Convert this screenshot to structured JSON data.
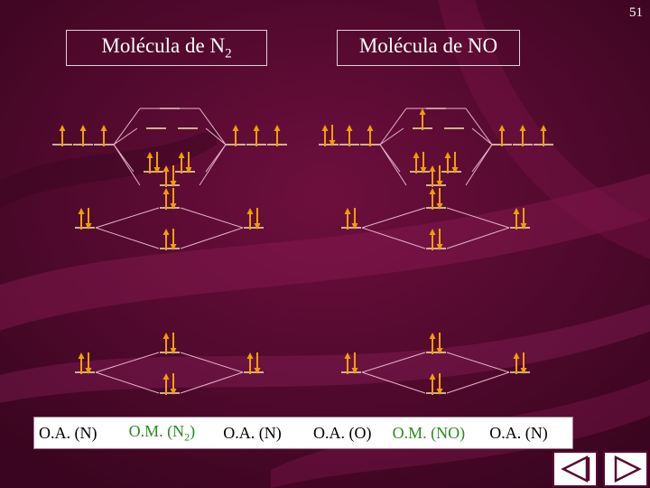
{
  "page_number": "51",
  "titles": {
    "n2": {
      "text": "Molécula de N",
      "subscript": "2"
    },
    "no": {
      "text": "Molécula de NO"
    }
  },
  "footer": {
    "n2_left": "O.A. (N)",
    "n2_mo_text": "O.M. (N",
    "n2_mo_sub": "2",
    "n2_mo_close": ")",
    "n2_right": "O.A. (N)",
    "no_left": "O.A. (O)",
    "no_mo": "O.M. (NO)",
    "no_right": "O.A. (N)"
  },
  "navigation": {
    "prev_icon": "triangle-left-icon",
    "next_icon": "triangle-right-icon"
  },
  "colors": {
    "background": "#5a0a32",
    "level_line": "#f5e6a8",
    "electron_arrow": "#f0a000",
    "connector": "#e6b3c8",
    "mo_label": "#2a8a20"
  },
  "diagram": {
    "n2": {
      "left_atom": {
        "2s": "paired",
        "2p": [
          "up",
          "up",
          "up"
        ]
      },
      "right_atom": {
        "2s": "paired",
        "2p": [
          "up",
          "up",
          "up"
        ]
      },
      "molecular_orbitals": {
        "sigma_2s": "paired",
        "sigma_star_2s": "paired",
        "pi_2p": [
          "paired",
          "paired"
        ],
        "sigma_2p": "paired",
        "pi_star_2p": [
          "empty",
          "empty"
        ],
        "sigma_star_2p": "empty"
      }
    },
    "no": {
      "left_atom": {
        "2s": "paired",
        "2p": [
          "paired",
          "up",
          "up"
        ]
      },
      "right_atom": {
        "2s": "paired",
        "2p": [
          "up",
          "up",
          "up"
        ]
      },
      "molecular_orbitals": {
        "sigma_2s": "paired",
        "sigma_star_2s": "paired",
        "pi_2p": [
          "paired",
          "paired"
        ],
        "sigma_2p": "paired",
        "pi_star_2p": [
          "up",
          "empty"
        ],
        "sigma_star_2p": "empty"
      }
    }
  }
}
